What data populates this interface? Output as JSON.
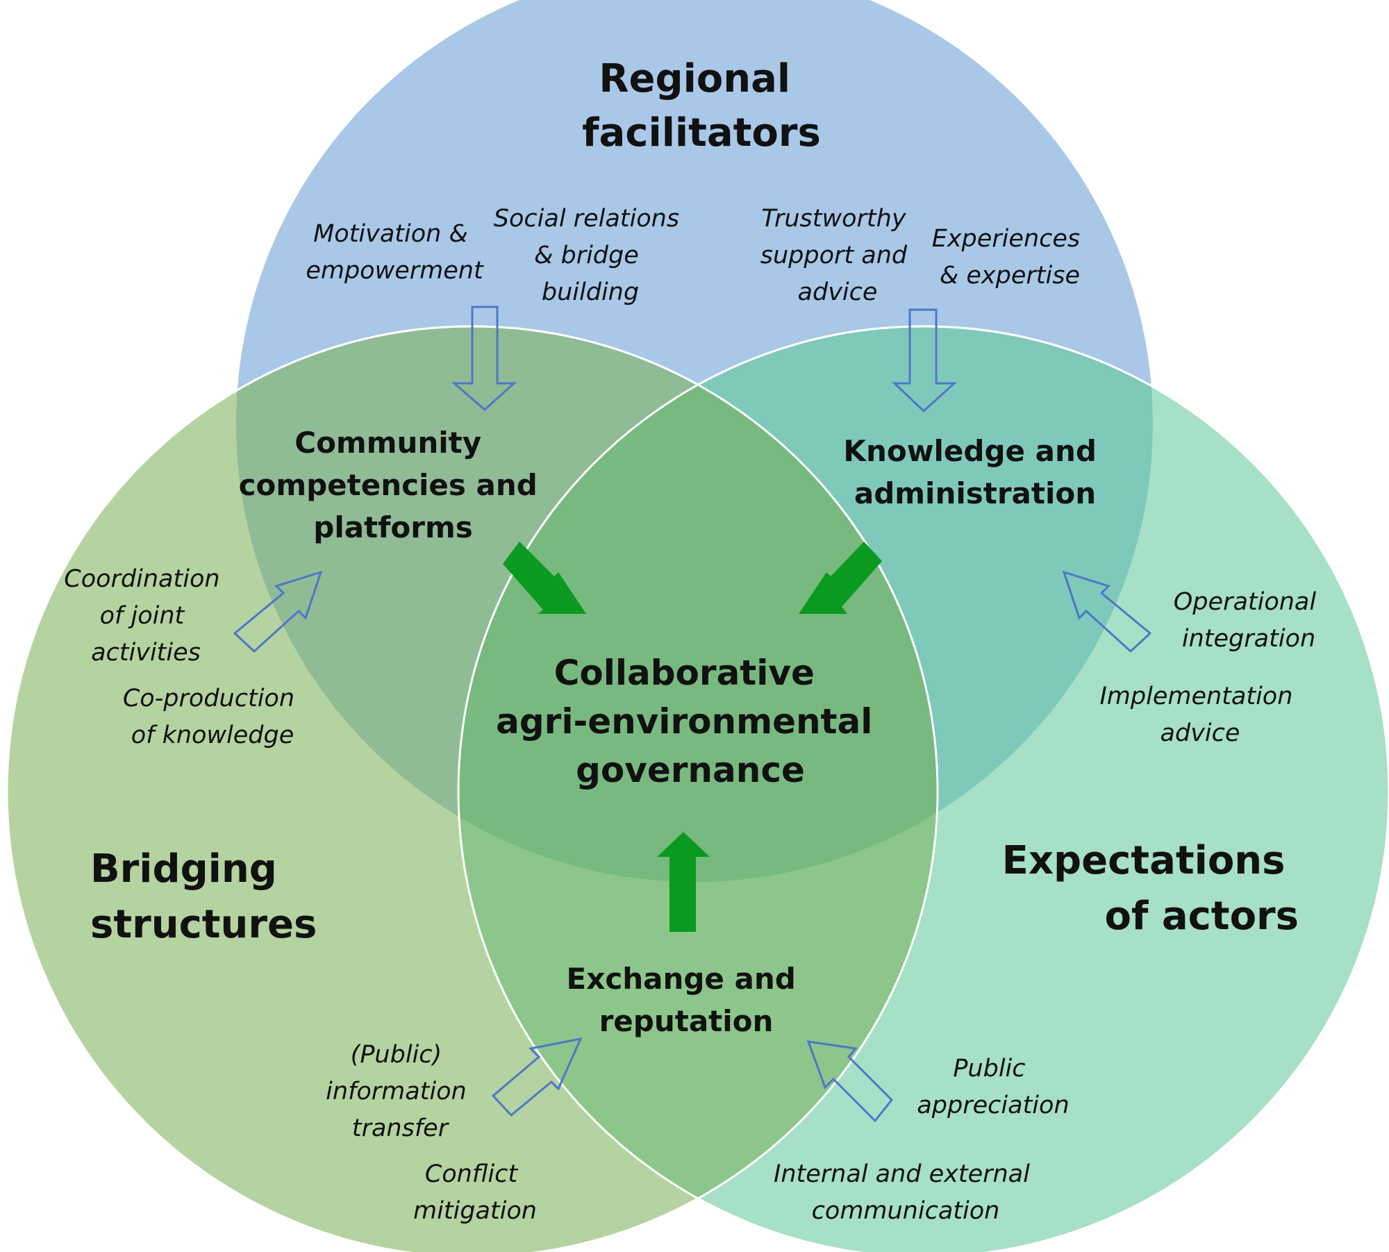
{
  "colors": {
    "regional": "#a9c8e8",
    "bridging": "#b4d3a0",
    "expectations": "#a6e0c6",
    "solid_arrow": "#0a9a1f",
    "outline_arrow": "#4f76c9"
  },
  "circles": {
    "regional": {
      "title": [
        "Regional",
        "facilitators"
      ]
    },
    "bridging": {
      "title": [
        "Bridging",
        "structures"
      ]
    },
    "expectations": {
      "title": [
        "Expectations",
        "of actors"
      ]
    }
  },
  "intersections": {
    "community": [
      "Community",
      "competencies and",
      "platforms"
    ],
    "knowledge": [
      "Knowledge and",
      "administration"
    ],
    "exchange": [
      "Exchange and",
      "reputation"
    ],
    "center": [
      "Collaborative",
      "agri-environmental",
      "governance"
    ]
  },
  "factors": {
    "motivation": [
      "Motivation &",
      "empowerment"
    ],
    "social_relations": [
      "Social relations",
      "& bridge",
      "building"
    ],
    "trustworthy": [
      "Trustworthy",
      "support and",
      "advice"
    ],
    "experiences": [
      "Experiences",
      "& expertise"
    ],
    "coordination": [
      "Coordination",
      "of joint",
      "activities"
    ],
    "coproduction": [
      "Co-production",
      "of knowledge"
    ],
    "operational": [
      "Operational",
      "integration"
    ],
    "implementation": [
      "Implementation",
      "advice"
    ],
    "public_info": [
      "(Public)",
      "information",
      "transfer"
    ],
    "conflict": [
      "Conflict",
      "mitigation"
    ],
    "public_appreciation": [
      "Public",
      "appreciation"
    ],
    "communication": [
      "Internal and external",
      "communication"
    ]
  }
}
